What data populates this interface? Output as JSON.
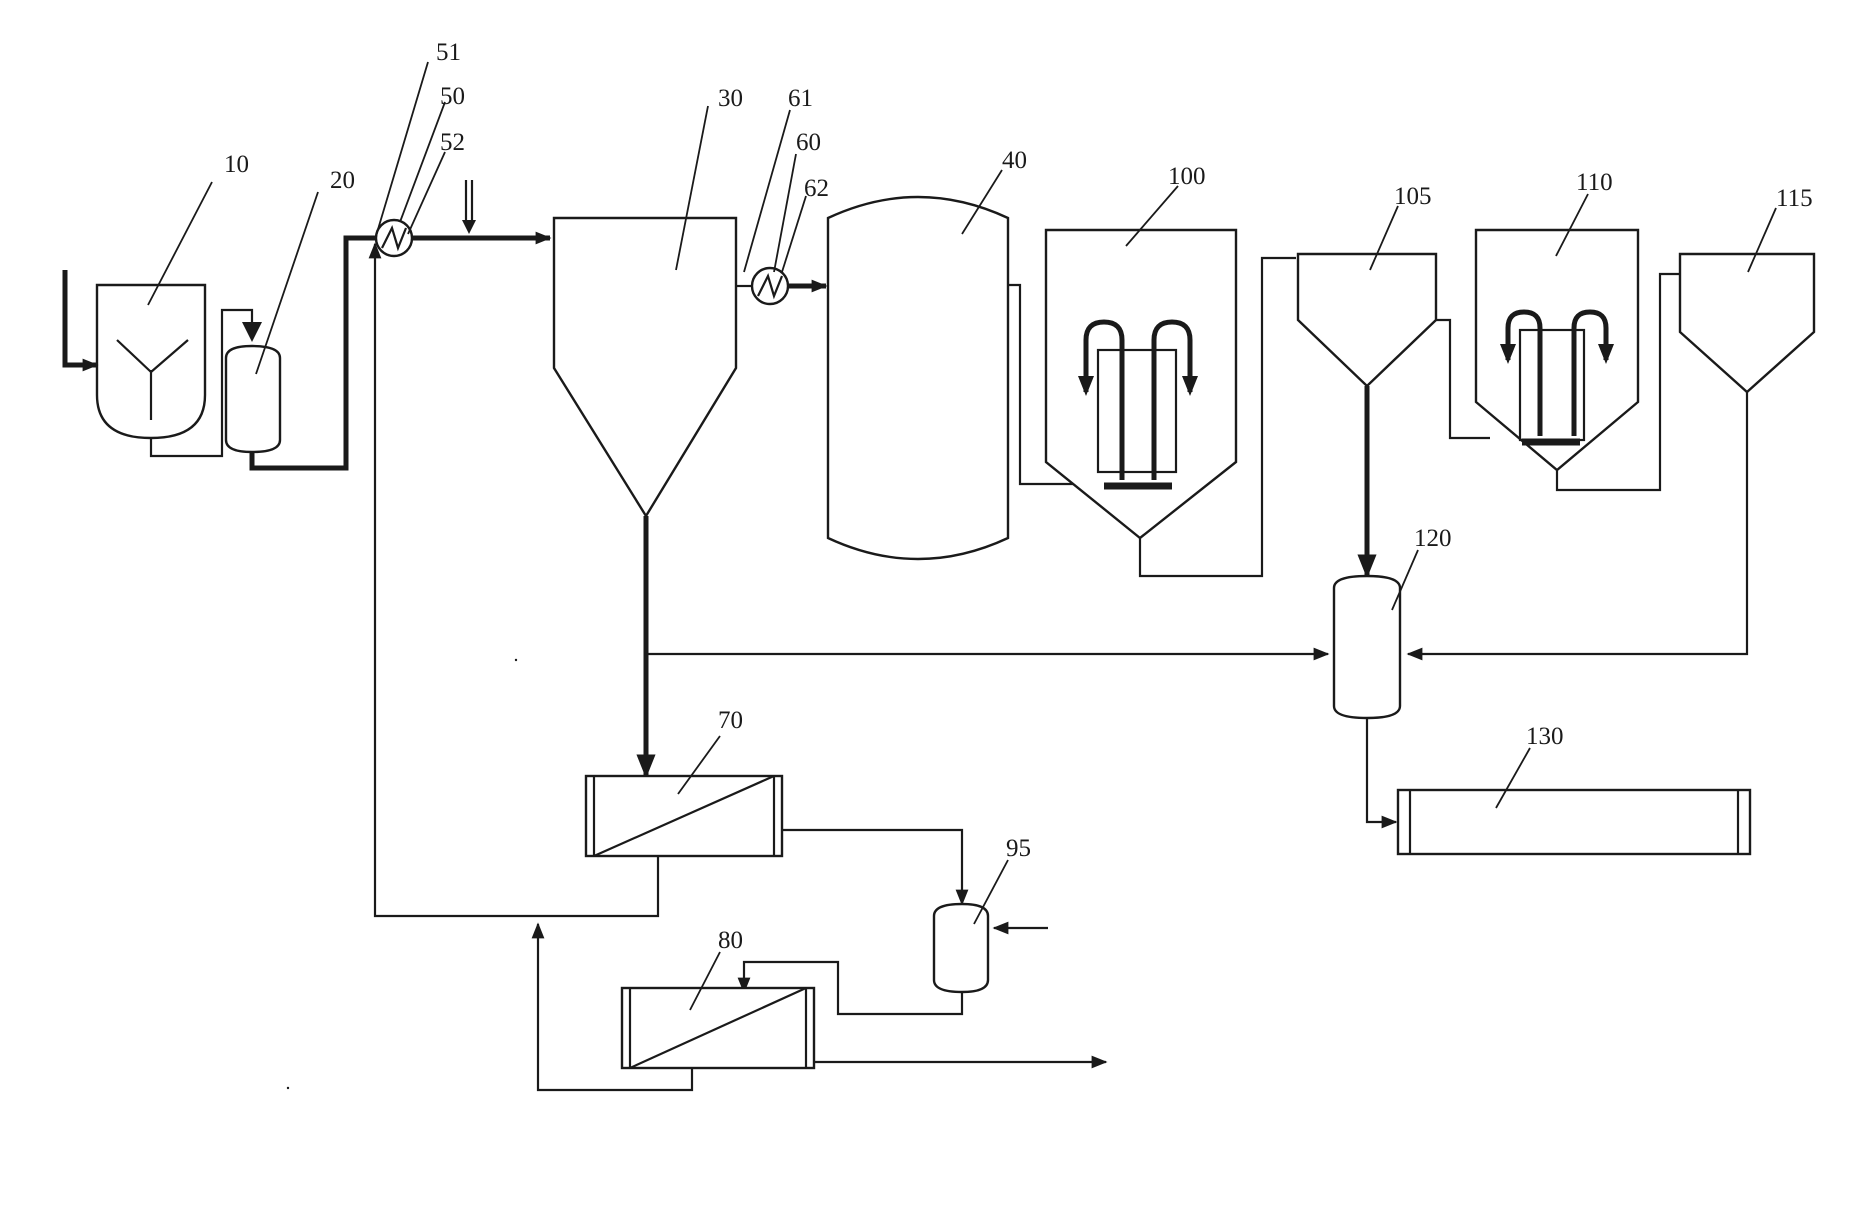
{
  "labels": {
    "l10": "10",
    "l20": "20",
    "l30": "30",
    "l40": "40",
    "l50": "50",
    "l51": "51",
    "l52": "52",
    "l60": "60",
    "l61": "61",
    "l62": "62",
    "l70": "70",
    "l80": "80",
    "l95": "95",
    "l100": "100",
    "l105": "105",
    "l110": "110",
    "l115": "115",
    "l120": "120",
    "l130": "130"
  },
  "icons": {
    "arrow": "arrowhead-icon",
    "heat_exchanger": "heat-exchanger-icon",
    "agitator": "agitator-icon"
  },
  "colors": {
    "line": "#1a1a1a",
    "background": "#ffffff"
  }
}
